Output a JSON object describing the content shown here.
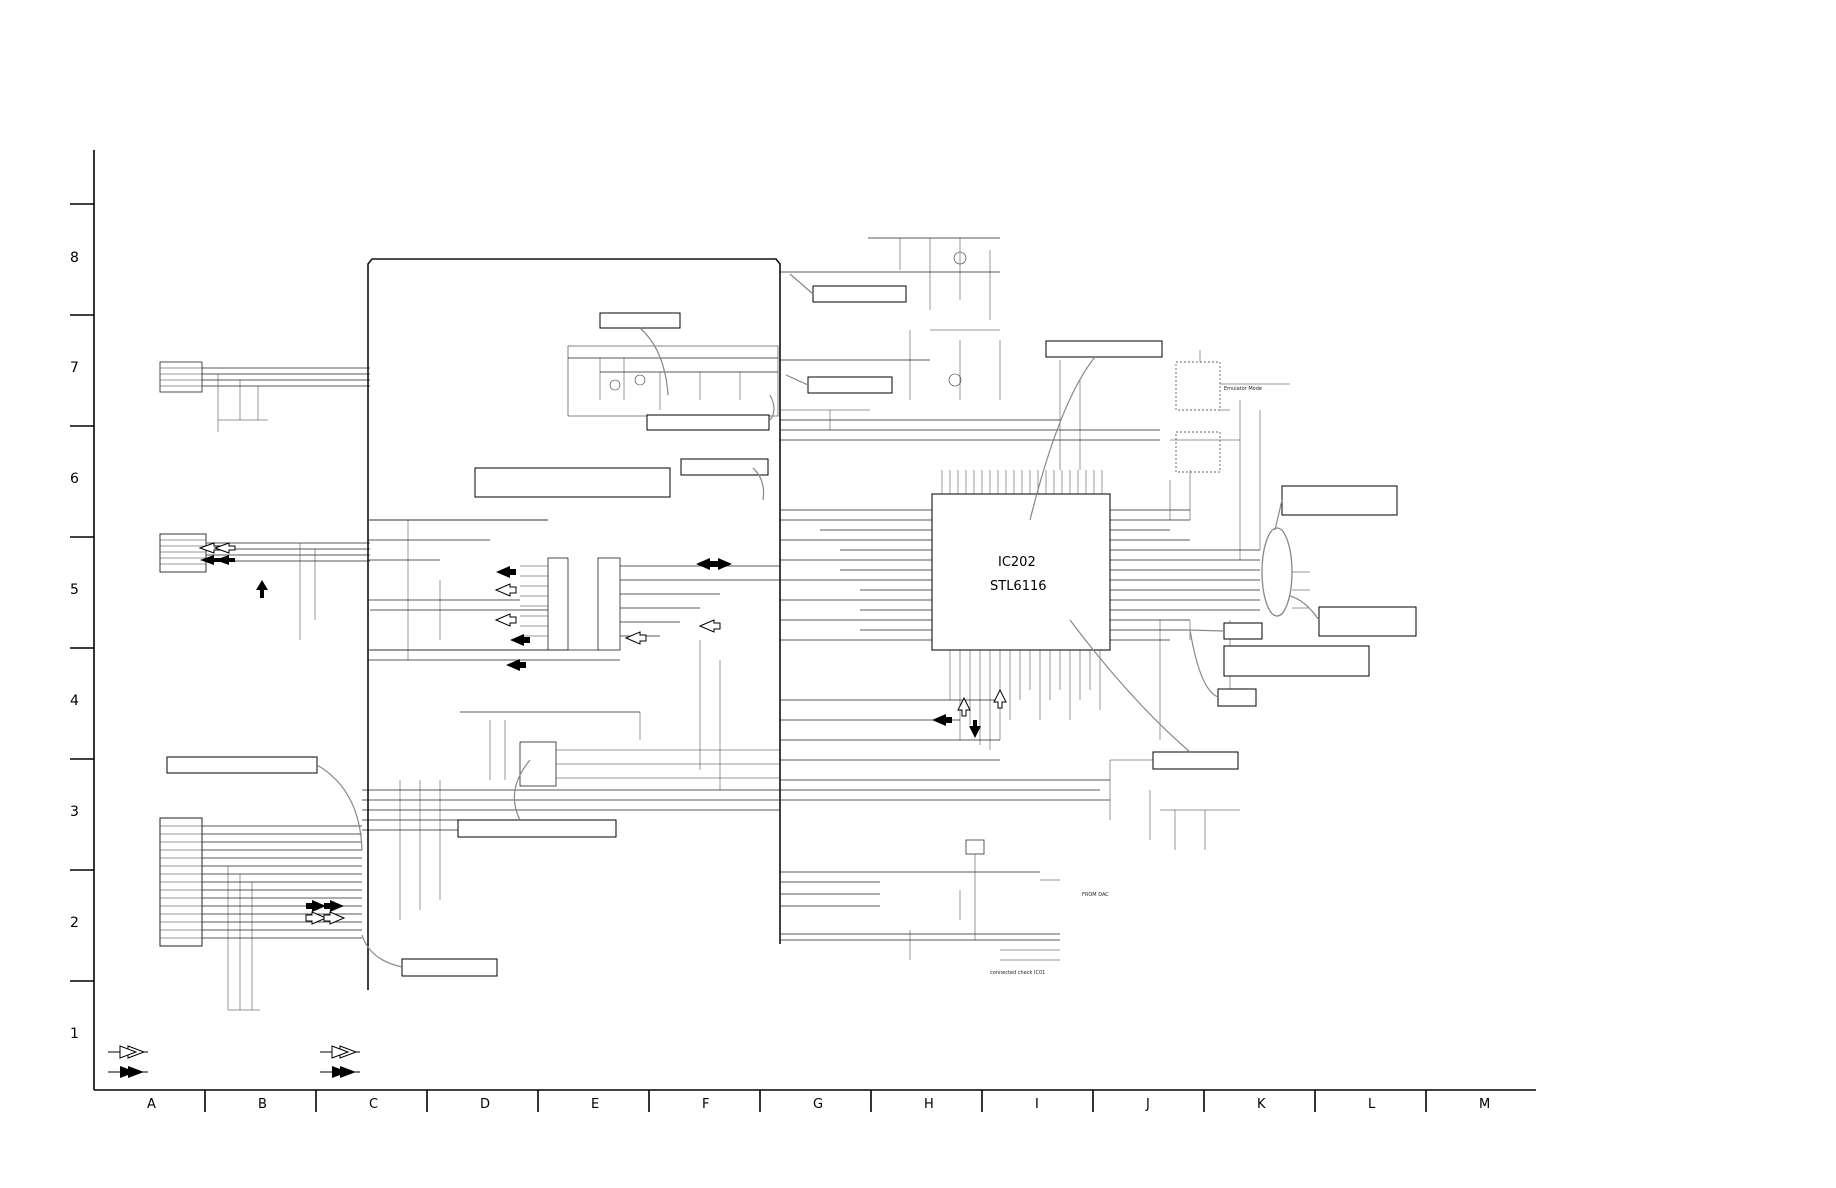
{
  "rows": [
    "8",
    "7",
    "6",
    "5",
    "4",
    "3",
    "2",
    "1"
  ],
  "cols": [
    "A",
    "B",
    "C",
    "D",
    "E",
    "F",
    "G",
    "H",
    "I",
    "J",
    "K",
    "L",
    "M"
  ],
  "ics": [
    {
      "ref": "IC202",
      "part": "STL6116"
    }
  ],
  "text_snippets": {
    "emulator_mode": "Emulator Mode",
    "from_dac": "FROM DAC",
    "connected_check": "connected check IC01"
  }
}
